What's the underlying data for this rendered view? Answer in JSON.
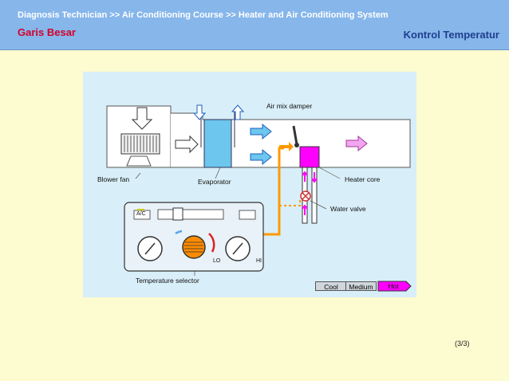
{
  "header": {
    "breadcrumb": "Diagnosis Technician >> Air Conditioning Course >> Heater and Air Conditioning System",
    "title_left": "Garis Besar",
    "title_right": "Kontrol Temperatur"
  },
  "diagram": {
    "labels": {
      "air_mix_damper": "Air mix damper",
      "blower_fan": "Blower fan",
      "evaporator": "Evaporator",
      "heater_core": "Heater core",
      "water_valve": "Water valve",
      "temperature_selector": "Temperature selector"
    },
    "panel": {
      "ac_label": "A/C",
      "lo_label": "LO",
      "hi_label": "HI"
    },
    "buttons": {
      "cool": "Cool",
      "medium": "Medium",
      "hot": "Hot"
    }
  },
  "page_counter": "(3/3)",
  "colors": {
    "header_bg": "#86b6ea",
    "title_left": "#d6002a",
    "title_right": "#1f3f8f",
    "page_bg": "#fdfbd0",
    "diagram_bg": "#d8eef8",
    "heater_core": "#ff00ff",
    "evaporator": "#6cc6ee",
    "selector_knob": "#ff8c00",
    "control_link": "#ff9900"
  }
}
